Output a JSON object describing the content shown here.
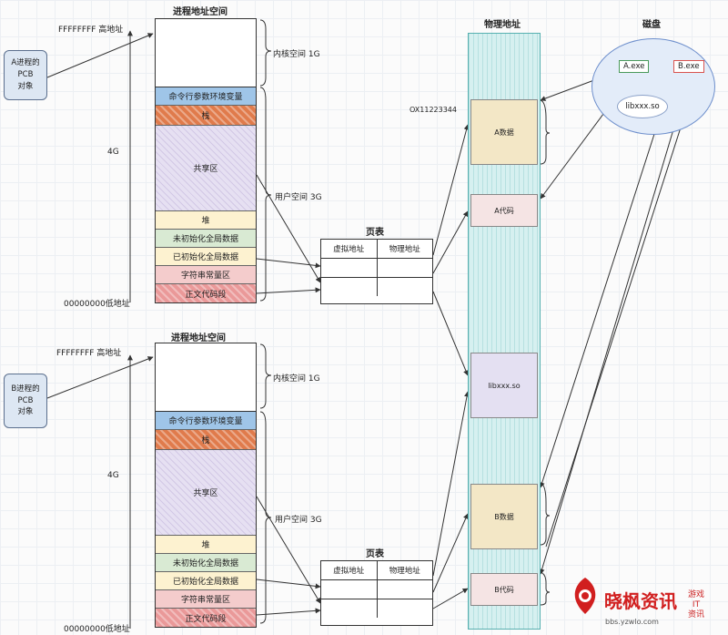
{
  "process_a": {
    "pcb_line1": "A进程的 PCB",
    "pcb_line2": "对象",
    "space_title": "进程地址空间",
    "high_addr": "FFFFFFFF 高地址",
    "low_addr": "00000000低地址",
    "size_label": "4G",
    "kernel_label": "内核空间 1G",
    "user_label": "用户空间 3G",
    "segments": [
      "命令行参数环境变量",
      "栈",
      "共享区",
      "堆",
      "未初始化全局数据",
      "已初始化全局数据",
      "字符串常量区",
      "正文代码段"
    ],
    "page_table_title": "页表",
    "page_table_headers": [
      "虚拟地址",
      "物理地址"
    ]
  },
  "process_b": {
    "pcb_line1": "B进程的 PCB",
    "pcb_line2": "对象",
    "space_title": "进程地址空间",
    "high_addr": "FFFFFFFF 高地址",
    "low_addr": "00000000低地址",
    "size_label": "4G",
    "kernel_label": "内核空间 1G",
    "user_label": "用户空间 3G",
    "segments": [
      "命令行参数环境变量",
      "栈",
      "共享区",
      "堆",
      "未初始化全局数据",
      "已初始化全局数据",
      "字符串常量区",
      "正文代码段"
    ],
    "page_table_title": "页表",
    "page_table_headers": [
      "虚拟地址",
      "物理地址"
    ]
  },
  "physical": {
    "title": "物理地址",
    "address": "OX11223344",
    "blocks": [
      "A数据",
      "A代码",
      "libxxx.so",
      "B数据",
      "B代码"
    ]
  },
  "disk": {
    "title": "磁盘",
    "files": [
      "A.exe",
      "B.exe",
      "libxxx.so"
    ]
  },
  "watermark": {
    "brand": "晓枫资讯",
    "url": "bbs.yzwlo.com",
    "side_top": "游戏",
    "side_mid": "IT",
    "side_bot": "资讯"
  },
  "colors": {
    "stack": "#e07b4c",
    "cmd": "#9fc5e8",
    "heap": "#f6d48a",
    "bss": "#b6d7a8",
    "data": "#f6d48a",
    "rodata": "#f4b6b6",
    "text": "#ea8f8f",
    "shared": "#e6e0f2",
    "a_data": "#f3e7c6",
    "b_data": "#f3e7c6",
    "code": "#f2dede",
    "lib": "#e4e0f2"
  }
}
